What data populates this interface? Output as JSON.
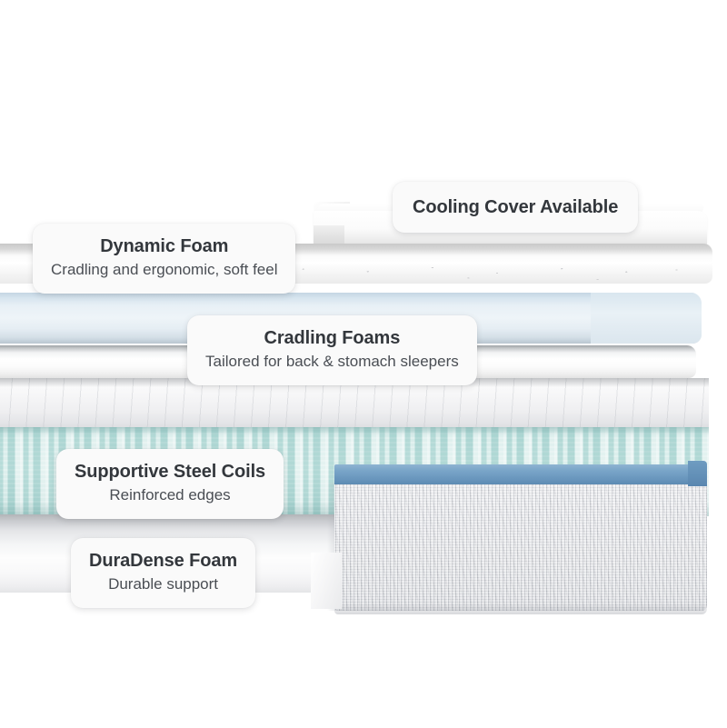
{
  "diagram": {
    "type": "mattress-layer-cutaway",
    "title": "Mattress construction layers"
  },
  "callouts": [
    {
      "id": "cooling-cover",
      "title": "Cooling Cover Available",
      "subtitle": ""
    },
    {
      "id": "dynamic-foam",
      "title": "Dynamic Foam",
      "subtitle": "Cradling and ergonomic, soft feel"
    },
    {
      "id": "cradling-foams",
      "title": "Cradling Foams",
      "subtitle": "Tailored for back & stomach sleepers"
    },
    {
      "id": "supportive-steel-coils",
      "title": "Supportive Steel Coils",
      "subtitle": "Reinforced edges"
    },
    {
      "id": "duradense-foam",
      "title": "DuraDense Foam",
      "subtitle": "Durable support"
    }
  ],
  "layers": [
    {
      "id": "cover-sheet",
      "name": "Cooling cover sheet",
      "color": "#f4f4f4"
    },
    {
      "id": "dynamic-foam",
      "name": "Dynamic Foam slab",
      "color": "#ffffff"
    },
    {
      "id": "cradling-foam",
      "name": "Cradling Foam slab",
      "color": "#e8f0f6"
    },
    {
      "id": "white-foam",
      "name": "White transition foam",
      "color": "#ffffff"
    },
    {
      "id": "coil-top",
      "name": "Quilted coil top",
      "color": "#efeff1"
    },
    {
      "id": "coils",
      "name": "Pocketed steel coils",
      "color": "#cfe9e6"
    },
    {
      "id": "blue-band",
      "name": "Edge tape band",
      "color": "#6d9ac0"
    },
    {
      "id": "fabric-panel",
      "name": "Heathered fabric base",
      "color": "#d9dade"
    },
    {
      "id": "duradense-foam",
      "name": "DuraDense Foam base",
      "color": "#f6f6f7"
    }
  ],
  "colors": {
    "background": "#ffffff",
    "callout_bg": "#fafafa",
    "title_text": "#33373c",
    "subtitle_text": "#4a4e54",
    "blue_band": "#6d9ac0",
    "coil_mint": "#cfe9e6",
    "cradling_blue": "#e8f0f6",
    "fabric_gray": "#d9dade"
  }
}
